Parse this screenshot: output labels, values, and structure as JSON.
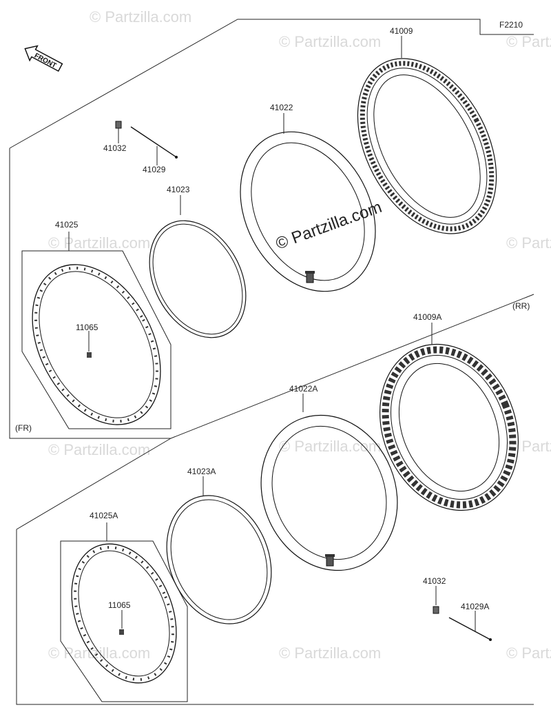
{
  "figure_code": "F2210",
  "front_label": "FRONT",
  "front_section_label": "(FR)",
  "rear_section_label": "(RR)",
  "watermark_text": "© Partzilla.com",
  "center_watermark_text": "© Partzilla.com",
  "front_parts": {
    "tire": "41009",
    "tube": "41022",
    "rim_band": "41023",
    "rim": "41025",
    "nipple": "11065",
    "valve_cap": "41032",
    "spoke_set": "41029"
  },
  "rear_parts": {
    "tire": "41009A",
    "tube": "41022A",
    "rim_band": "41023A",
    "rim": "41025A",
    "nipple": "11065",
    "valve_cap": "41032",
    "spoke_set": "41029A"
  },
  "colors": {
    "line": "#222222",
    "watermark": "#d9d9d9",
    "background": "#ffffff"
  }
}
